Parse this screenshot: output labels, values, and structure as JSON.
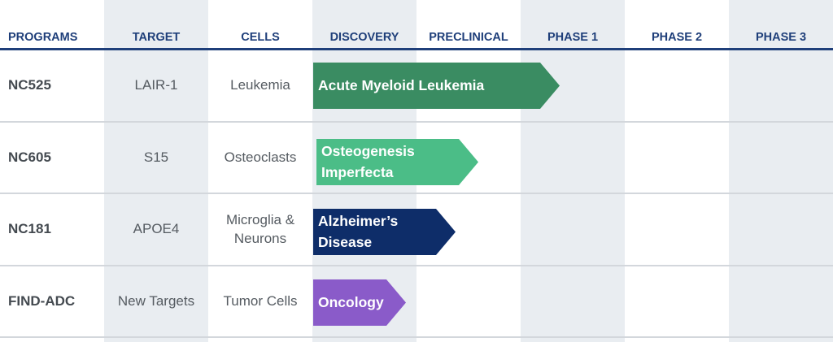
{
  "headers": [
    "PROGRAMS",
    "TARGET",
    "CELLS",
    "DISCOVERY",
    "PRECLINICAL",
    "PHASE 1",
    "PHASE 2",
    "PHASE 3"
  ],
  "rows": [
    {
      "program": "NC525",
      "target": "LAIR-1",
      "cells": "Leukemia",
      "indication": "Acute Myeloid Leukemia",
      "stage_reached": "PHASE 1",
      "color": "#3a8c62"
    },
    {
      "program": "NC605",
      "target": "S15",
      "cells": "Osteoclasts",
      "indication": "Osteogenesis Imperfecta",
      "stage_reached": "PRECLINICAL",
      "color": "#4bbd87"
    },
    {
      "program": "NC181",
      "target": "APOE4",
      "cells": "Microglia & Neurons",
      "indication": "Alzheimer’s Disease",
      "stage_reached": "PRECLINICAL",
      "color": "#0e2d69"
    },
    {
      "program": "FIND-ADC",
      "target": "New Targets",
      "cells": "Tumor Cells",
      "indication": "Oncology",
      "stage_reached": "DISCOVERY",
      "color": "#8a5bc9"
    }
  ],
  "colors": {
    "header_text": "#1f3f7a",
    "column_shade": "#e9edf1",
    "row_divider": "#d3d7dc"
  }
}
